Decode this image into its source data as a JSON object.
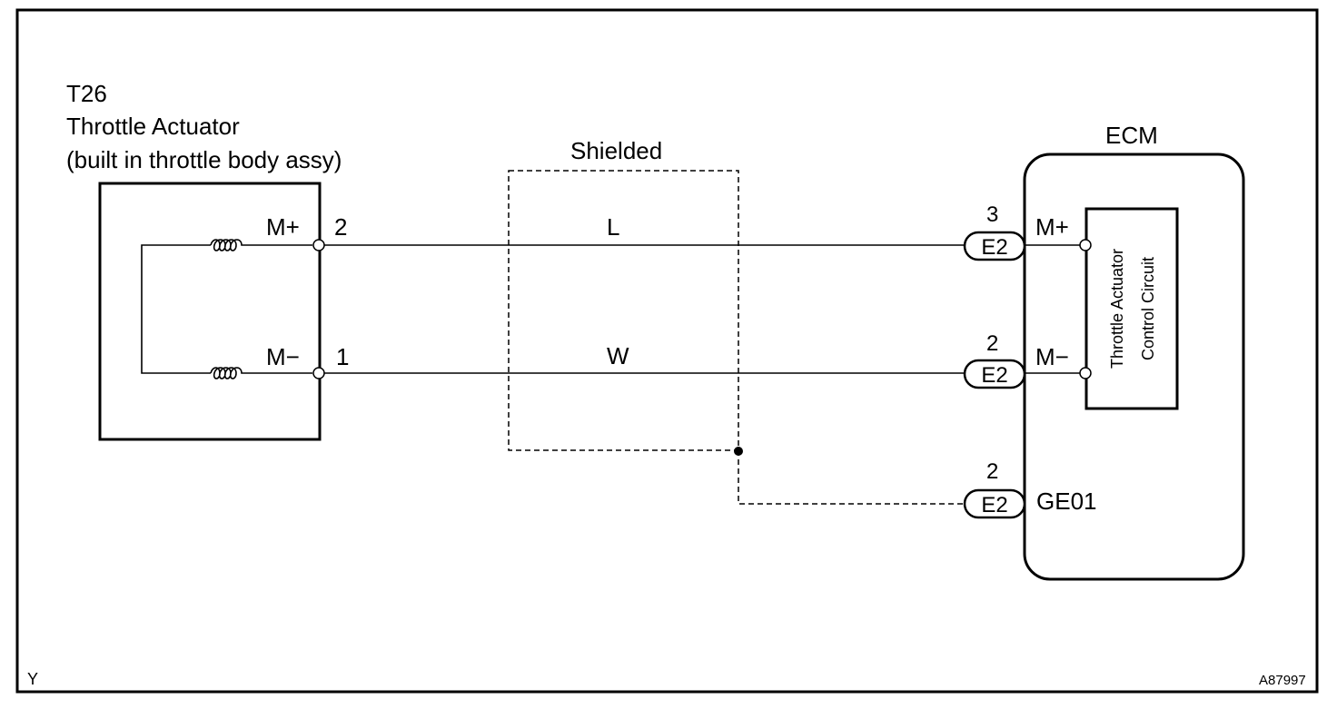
{
  "actuator": {
    "code": "T26",
    "name": "Throttle Actuator",
    "note": "(built in throttle body assy)",
    "pin_plus_label": "M+",
    "pin_minus_label": "M−",
    "pin_plus_number": "2",
    "pin_minus_number": "1"
  },
  "harness": {
    "shield_label": "Shielded",
    "wire_plus_color": "L",
    "wire_minus_color": "W"
  },
  "ecm": {
    "title": "ECM",
    "circuit_line1": "Throttle Actuator",
    "circuit_line2": "Control Circuit",
    "pin_plus_label": "M+",
    "pin_minus_label": "M−",
    "ground_label": "GE01",
    "connectors": [
      {
        "pin": "3",
        "code": "E2"
      },
      {
        "pin": "2",
        "code": "E2"
      },
      {
        "pin": "2",
        "code": "E2"
      }
    ]
  },
  "footer": {
    "corner_left": "Y",
    "figure_id": "A87997"
  }
}
